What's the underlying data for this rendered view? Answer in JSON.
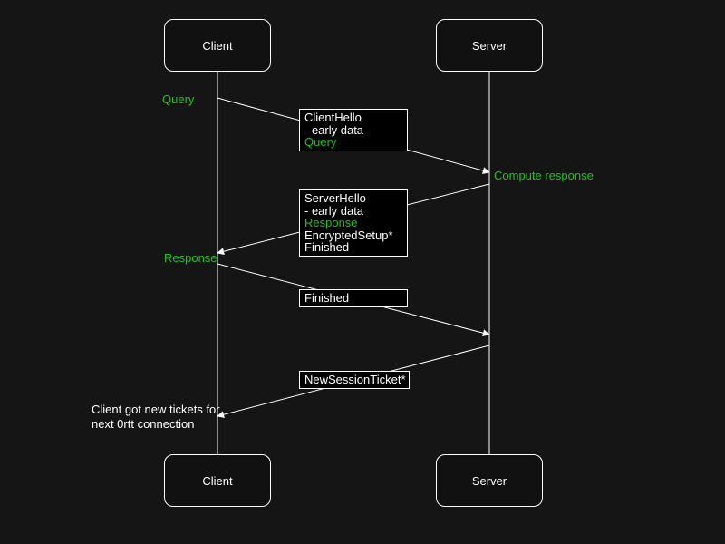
{
  "colors": {
    "background": "#151515",
    "box_fill": "#000000",
    "stroke": "#ffffff",
    "text": "#ffffff",
    "green": "#1ec41e"
  },
  "actors": {
    "client": "Client",
    "server": "Server"
  },
  "labels": {
    "query": "Query",
    "compute_response": "Compute response",
    "response": "Response",
    "tickets_note": "Client got new tickets for\nnext 0rtt connection"
  },
  "messages": [
    {
      "l1": "ClientHello",
      "l2": "- early data",
      "l3": "Query"
    },
    {
      "l1": "ServerHello",
      "l2": "- early data",
      "l3": "Response",
      "l4": "EncryptedSetup*",
      "l5": "Finished"
    },
    {
      "l1": "Finished"
    },
    {
      "l1": "NewSessionTicket*"
    }
  ]
}
